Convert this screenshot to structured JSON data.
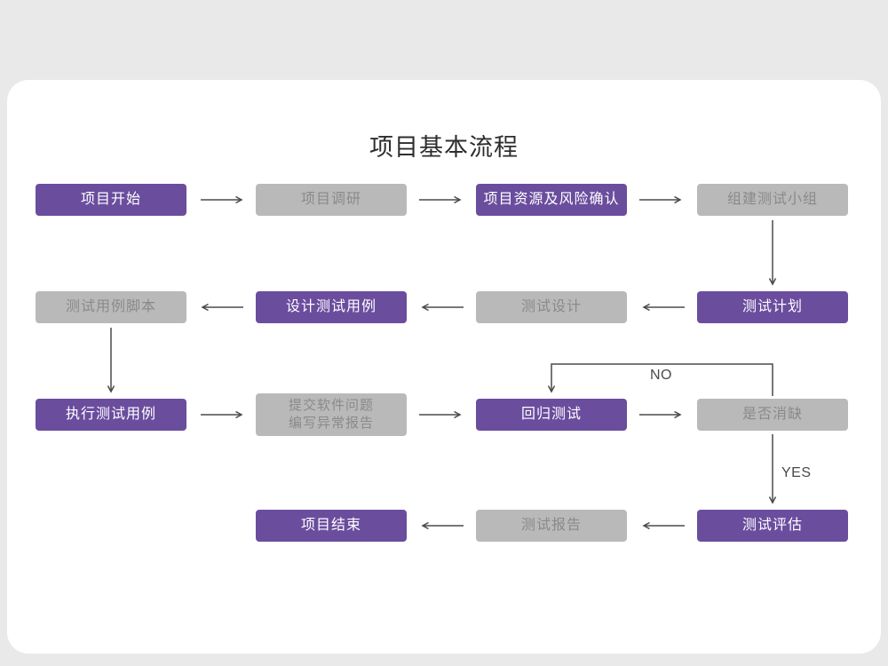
{
  "title": "项目基本流程",
  "flow_labels": {
    "no": "NO",
    "yes": "YES"
  },
  "colors": {
    "page-bg": "#e9e9e9",
    "card-bg": "#ffffff",
    "purple": "#6b4d9e",
    "purple-text": "#ffffff",
    "gray-box": "#b9b9b9",
    "gray-text": "#8a8a8a",
    "arrow": "#4a4a4a",
    "title-text": "#2e2e2e"
  },
  "nodes": {
    "project_start": "项目开始",
    "project_research": "项目调研",
    "resource_risk_confirm": "项目资源及风险确认",
    "build_test_team": "组建测试小组",
    "test_case_script": "测试用例脚本",
    "design_test_case": "设计测试用例",
    "test_design": "测试设计",
    "test_plan": "测试计划",
    "execute_test_case": "执行测试用例",
    "submit_issue_report": "提交软件问题\n编写异常报告",
    "regression_test": "回归测试",
    "defect_resolved": "是否消缺",
    "project_end": "项目结束",
    "test_report": "测试报告",
    "test_evaluation": "测试评估"
  }
}
